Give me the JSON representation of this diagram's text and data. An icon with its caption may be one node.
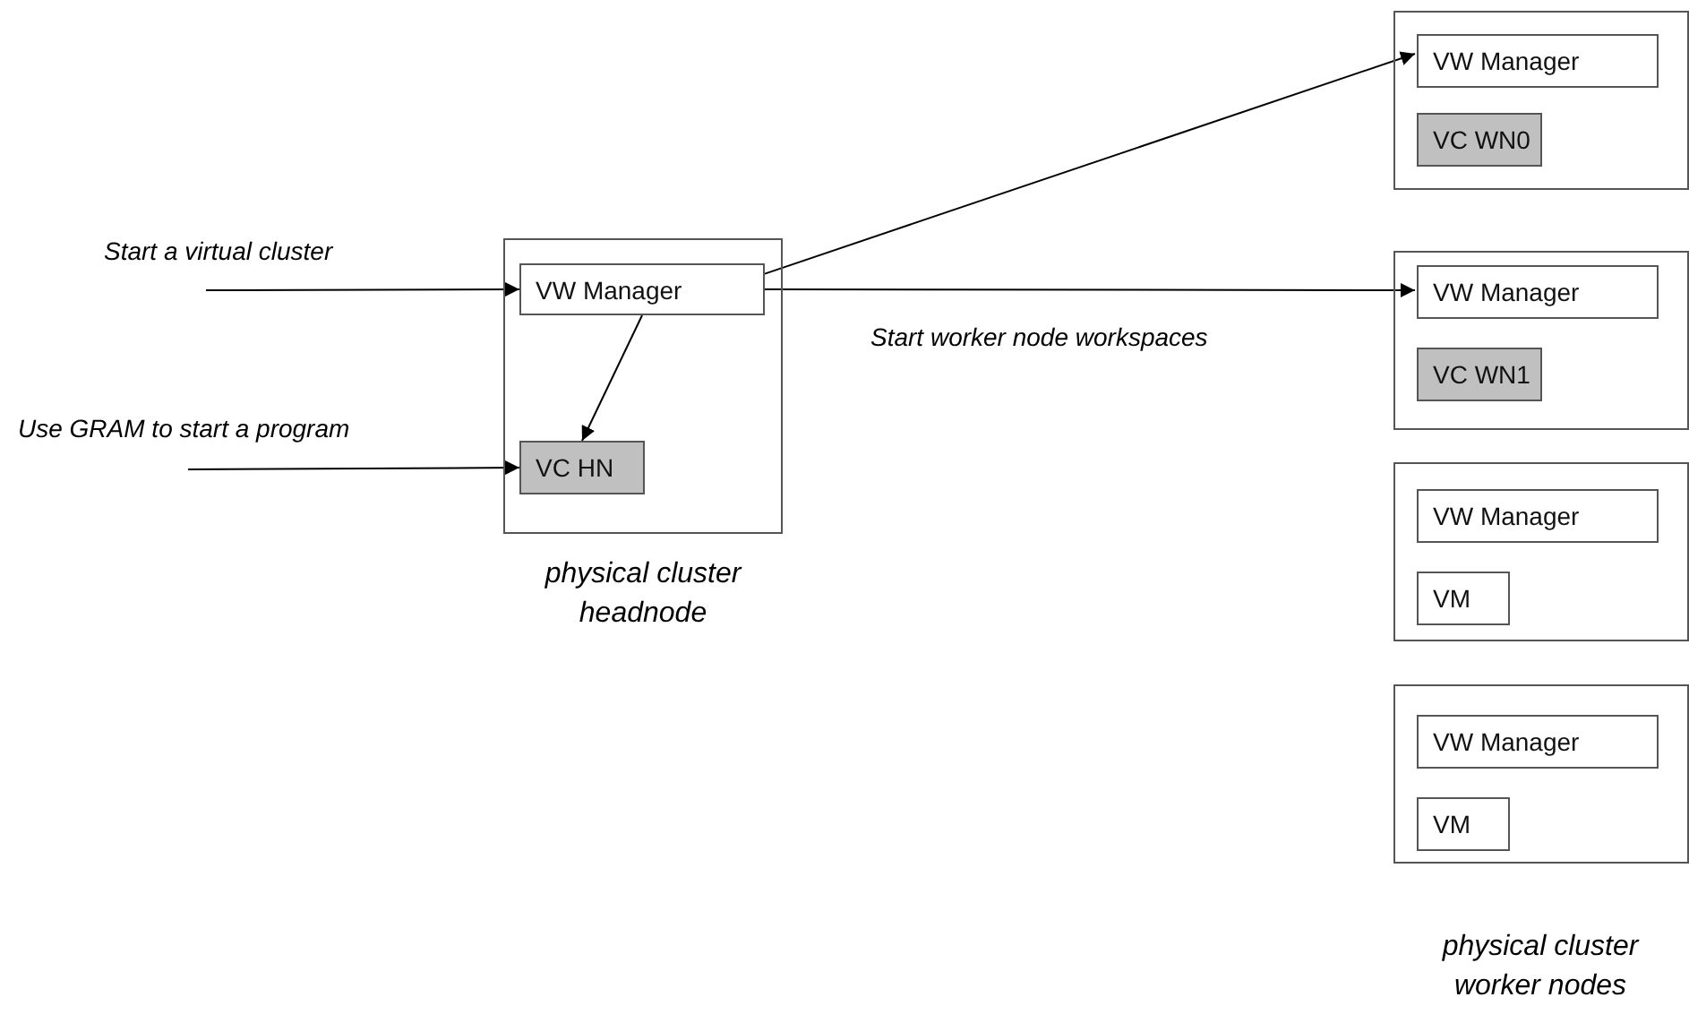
{
  "diagram": {
    "nodes": [
      {
        "text": [
          "physical cluster headnode"
        ]
      },
      {
        "text": [
          "VW Manager"
        ],
        "in": 0
      },
      {
        "text": [
          "VC HN"
        ],
        "in": 0
      },
      {
        "text": [],
        "shape": "box"
      },
      {
        "text": [
          "VW Manager"
        ],
        "in": 3
      },
      {
        "text": [
          "VC WN0"
        ],
        "in": 3
      },
      {
        "text": [],
        "shape": "box"
      },
      {
        "text": [
          "VW Manager"
        ],
        "in": 6
      },
      {
        "text": [
          "VC WN1"
        ],
        "in": 6
      },
      {
        "text": [],
        "shape": "box"
      },
      {
        "text": [
          "VW Manager"
        ],
        "in": 9
      },
      {
        "text": [
          "VM"
        ],
        "in": 9
      },
      {
        "text": [],
        "shape": "box"
      },
      {
        "text": [
          "VW Manager"
        ],
        "in": 12
      },
      {
        "text": [
          "VM"
        ],
        "in": 12
      }
    ],
    "edges": [
      {
        "from": null,
        "to": 1,
        "arrow": "to",
        "label": "Start a virtual cluster"
      },
      {
        "from": null,
        "to": 2,
        "arrow": "to",
        "label": "Use GRAM to start a program"
      },
      {
        "from": 1,
        "to": 2,
        "arrow": "to"
      },
      {
        "from": 1,
        "to": 4,
        "arrow": "to"
      },
      {
        "from": 1,
        "to": 7,
        "arrow": "to",
        "label": "Start worker node workspaces"
      }
    ],
    "labels": [
      "physical cluster worker nodes"
    ]
  }
}
